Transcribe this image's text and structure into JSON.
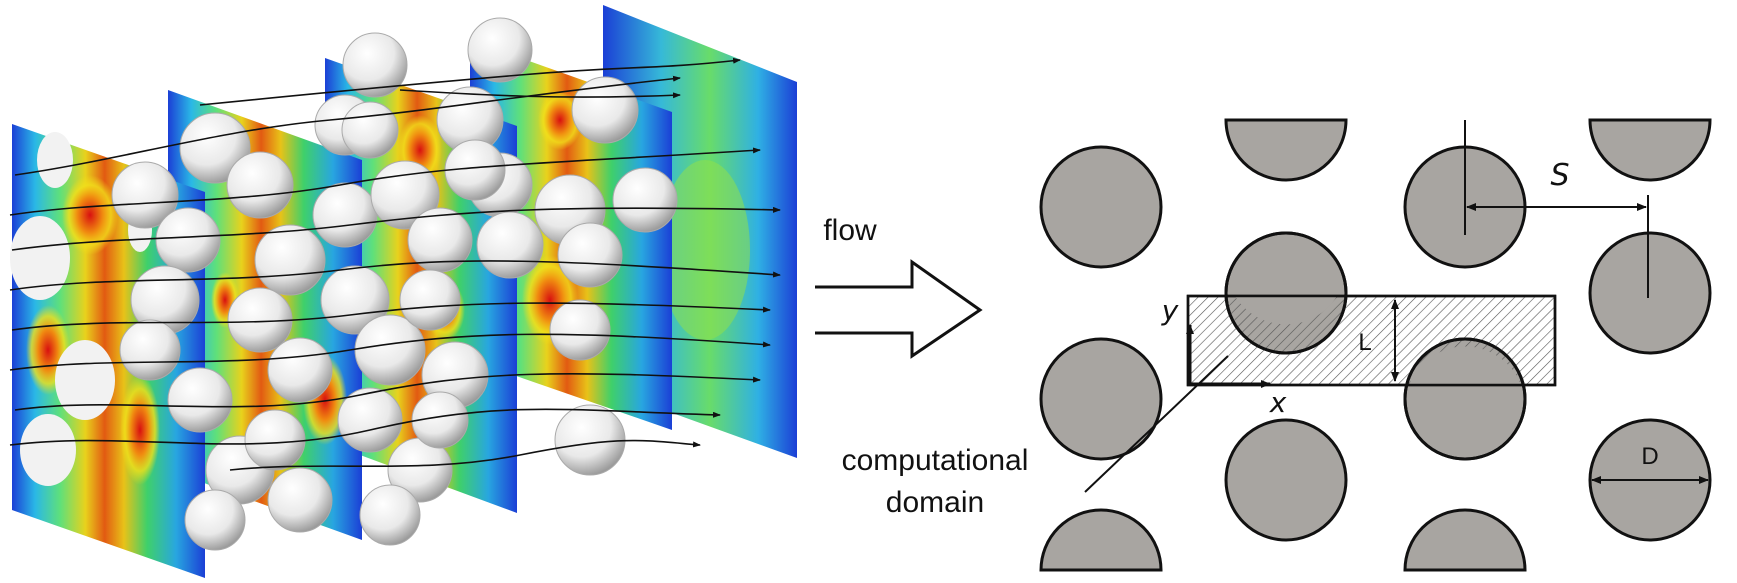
{
  "right_diagram": {
    "flow_label": "flow",
    "spacing_label": "S",
    "height_label": "L",
    "diameter_label": "D",
    "axis_x_label": "x",
    "axis_y_label": "y",
    "domain_label_line1": "computational",
    "domain_label_line2": "domain"
  },
  "colors": {
    "cylinder_fill": "#a8a5a1",
    "cylinder_stroke": "#111111",
    "hatch": "#555555",
    "field_low": "#1b3fd6",
    "field_mid": "#3fd06a",
    "field_high": "#e01e10",
    "sphere": "#f0f0f0"
  }
}
